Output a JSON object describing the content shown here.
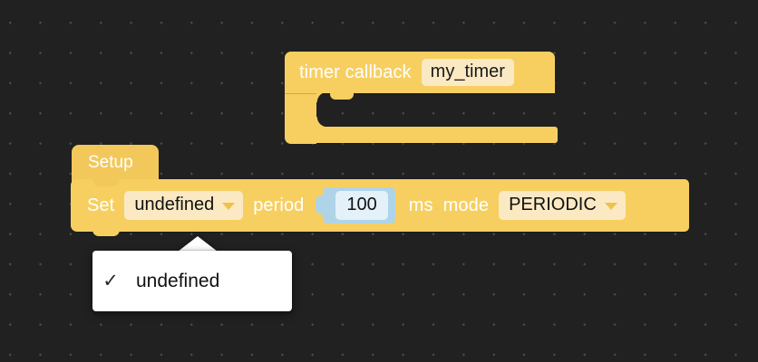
{
  "workspace": {
    "background_color": "#212121",
    "grid_dot_color": "#4a4a4a"
  },
  "blocks": {
    "timer_callback": {
      "type": "event-hat-c-block",
      "color": "#F7CF61",
      "label": "timer callback",
      "name_field": "my_timer"
    },
    "setup": {
      "type": "hat-block",
      "color": "#F7CF61",
      "tab_color": "#F2C85A",
      "tab_label": "Setup",
      "statement": {
        "set_label": "Set",
        "target_dropdown": {
          "value": "undefined",
          "icon": "chevron-down-icon"
        },
        "period_label": "period",
        "period_value": {
          "value": "100",
          "block_color": "#AFD4E8",
          "field_color": "#E4F1F8"
        },
        "unit_label": "ms",
        "mode_label": "mode",
        "mode_dropdown": {
          "value": "PERIODIC",
          "icon": "chevron-down-icon"
        }
      }
    }
  },
  "dropdown_menu": {
    "open": true,
    "attached_to": "target_dropdown",
    "items": [
      {
        "label": "undefined",
        "checked": true,
        "check_glyph": "✓"
      }
    ]
  }
}
